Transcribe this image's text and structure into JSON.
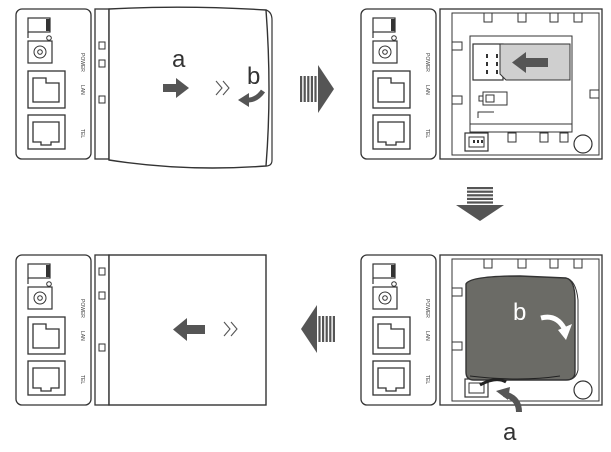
{
  "steps": [
    {
      "id": "step1",
      "arrow_labels": [
        "a",
        "b"
      ]
    },
    {
      "id": "step2",
      "arrow_labels": []
    },
    {
      "id": "step3",
      "arrow_labels": [
        "b",
        "a"
      ]
    },
    {
      "id": "step4",
      "arrow_labels": []
    }
  ],
  "ports": {
    "power": "POWER",
    "lan": "LAN",
    "tel": "TEL"
  },
  "flow_arrows": [
    "right",
    "down",
    "left"
  ],
  "colors": {
    "line": "#333333",
    "arrow_fill": "#555555",
    "battery_fill": "#6b6b66",
    "card_fill": "#cfcfcf"
  },
  "icons": [
    "chevron-double-right-icon",
    "curved-arrow-icon",
    "sim-card-icon",
    "battery-icon"
  ]
}
